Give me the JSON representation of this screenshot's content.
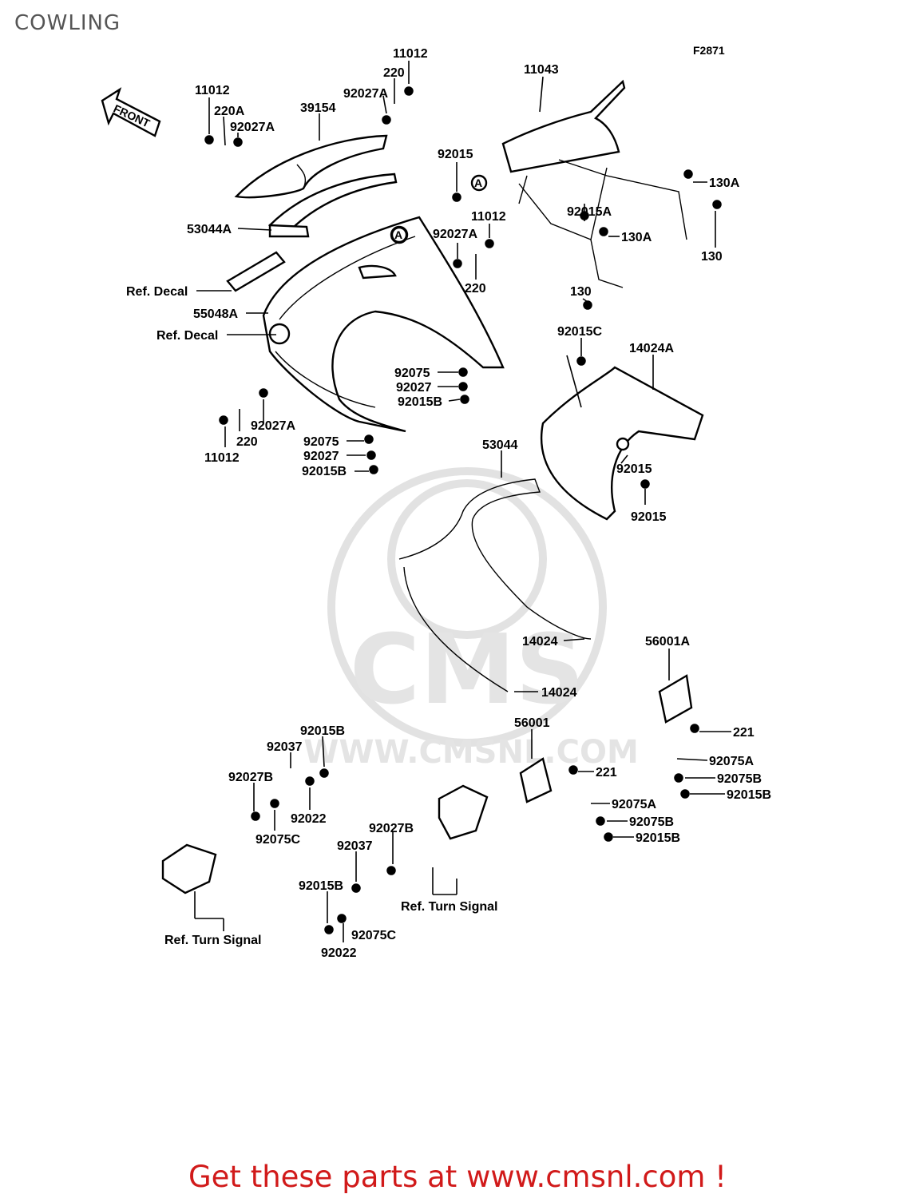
{
  "page": {
    "title": "COWLING",
    "figure_code": "F2871"
  },
  "footer": {
    "text": "Get these parts at www.cmsnl.com !"
  },
  "watermark": {
    "brand": "CMS",
    "url": "WWW.CMSNL.COM"
  },
  "direction_arrow": {
    "text": "FRONT"
  },
  "callouts": {
    "c_11012_top": "11012",
    "c_220_top": "220",
    "c_92027A_top": "92027A",
    "c_11012_left": "11012",
    "c_220A": "220A",
    "c_92027A_left": "92027A",
    "c_39154": "39154",
    "c_11043": "11043",
    "c_92015_top": "92015",
    "c_130A_right": "130A",
    "c_92015A": "92015A",
    "c_130A_mid": "130A",
    "c_130_right": "130",
    "c_130_low": "130",
    "c_53044A": "53044A",
    "c_11012_mid": "11012",
    "c_92027A_mid": "92027A",
    "c_220_mid": "220",
    "c_ref_decal_1": "Ref. Decal",
    "c_55048A": "55048A",
    "c_ref_decal_2": "Ref. Decal",
    "c_92015C": "92015C",
    "c_14024A": "14024A",
    "c_92075_a": "92075",
    "c_92027_a": "92027",
    "c_92015B_a": "92015B",
    "c_92027A_low": "92027A",
    "c_220_low": "220",
    "c_11012_low": "11012",
    "c_92075_b": "92075",
    "c_92027_b": "92027",
    "c_92015B_b": "92015B",
    "c_53044": "53044",
    "c_92015_r1": "92015",
    "c_92015_r2": "92015",
    "c_14024_a": "14024",
    "c_14024_b": "14024",
    "c_56001A": "56001A",
    "c_56001": "56001",
    "c_221_a": "221",
    "c_92075A_a": "92075A",
    "c_92075B_a": "92075B",
    "c_92015B_c": "92015B",
    "c_221_b": "221",
    "c_92075A_b": "92075A",
    "c_92075B_b": "92075B",
    "c_92015B_d": "92015B",
    "c_92015B_e": "92015B",
    "c_92037_a": "92037",
    "c_92027B_a": "92027B",
    "c_92022_a": "92022",
    "c_92075C_a": "92075C",
    "c_92027B_b": "92027B",
    "c_92037_b": "92037",
    "c_92015B_f": "92015B",
    "c_92075C_b": "92075C",
    "c_92022_b": "92022",
    "c_ref_turn_1": "Ref. Turn Signal",
    "c_ref_turn_2": "Ref. Turn Signal"
  },
  "markers": {
    "ref_a": "A"
  }
}
